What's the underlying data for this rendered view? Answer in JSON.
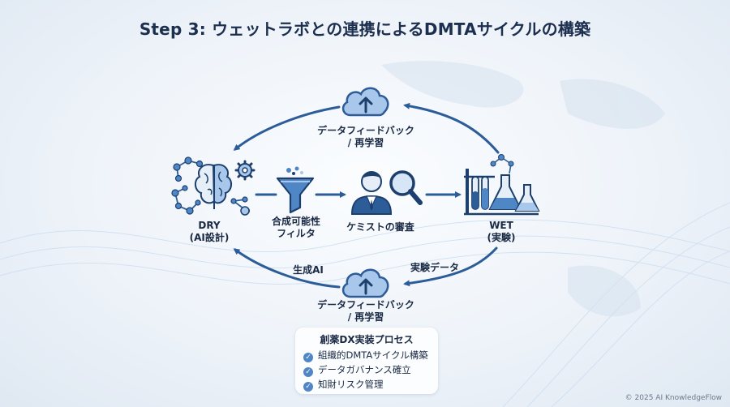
{
  "title": "Step 3: ウェットラボとの連携によるDMTAサイクルの構築",
  "feedback_top": {
    "line1": "データフィードバック",
    "line2": "/ 再学習"
  },
  "feedback_bottom": {
    "line1": "データフィードバック",
    "line2": "/ 再学習"
  },
  "dry": {
    "line1": "DRY",
    "line2": "(AI設計)"
  },
  "filter": {
    "line1": "合成可能性",
    "line2": "フィルタ"
  },
  "chemist": {
    "label": "ケミストの審査"
  },
  "wet": {
    "line1": "WET",
    "line2": "(実験)"
  },
  "generative_ai_label": "生成AI",
  "experiment_data_label": "実験データ",
  "process_box": {
    "title": "創薬DX実装プロセス",
    "items": [
      "組織的DMTAサイクル構築",
      "データガバナンス確立",
      "知財リスク管理"
    ]
  },
  "copyright": "© 2025 AI KnowledgeFlow",
  "colors": {
    "primary": "#2f6eb5",
    "dark": "#1c2f4f",
    "light": "#a9c7ea"
  }
}
